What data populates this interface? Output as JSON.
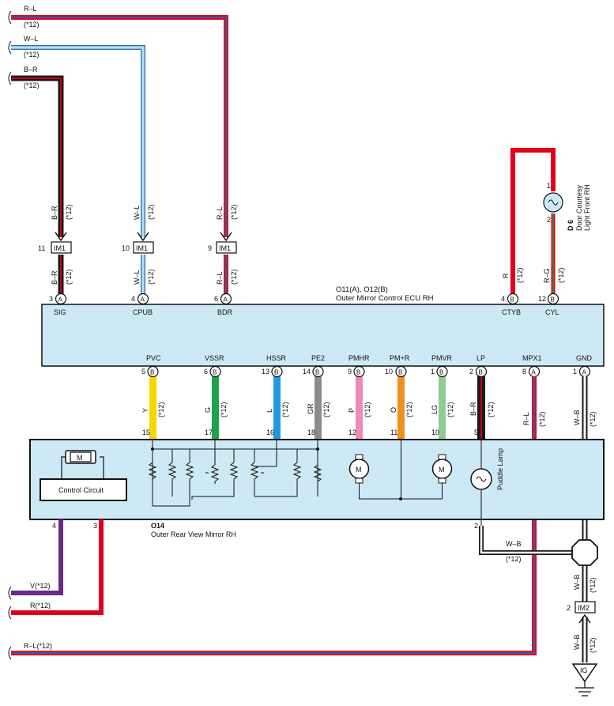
{
  "colors": {
    "red": "#e3001b",
    "blue": "#2b5fb4",
    "black": "#1a1a1a",
    "light_blue": "#bfe3f3",
    "white_wire": "#ffffff",
    "yellow": "#f7d700",
    "green": "#1fa34a",
    "lblue": "#1e9be0",
    "gray": "#8c8c8c",
    "pink": "#ef8ab8",
    "orange": "#f0901e",
    "lgreen": "#8fcc95",
    "violet": "#6a2a8c",
    "ecu_fill": "#cde9f6"
  },
  "top_wires": [
    {
      "label": "R–L",
      "note": "(*12)"
    },
    {
      "label": "W–L",
      "note": "(*12)"
    },
    {
      "label": "B–R",
      "note": "(*12)"
    }
  ],
  "im1_connectors": [
    {
      "pin": "11",
      "name": "IM1",
      "upper_wire": "B–R",
      "lower_wire": "B–R",
      "note": "(*12)"
    },
    {
      "pin": "10",
      "name": "IM1",
      "upper_wire": "W–L",
      "lower_wire": "W–L",
      "note": "(*12)"
    },
    {
      "pin": "9",
      "name": "IM1",
      "upper_wire": "R–L",
      "lower_wire": "R–L",
      "note": "(*12)"
    }
  ],
  "d6": {
    "id": "D 6",
    "name_line1": "Door Courtesy",
    "name_line2": "Light Front RH",
    "pin1": "1",
    "pin2": "2",
    "wire_left": "R",
    "wire_right": "R–G",
    "note": "(*12)"
  },
  "ecu": {
    "id_line": "O11(A), O12(B)",
    "name": "Outer Mirror Control ECU RH",
    "top_pins": [
      {
        "num": "3",
        "conn": "A",
        "label": "SIG"
      },
      {
        "num": "4",
        "conn": "A",
        "label": "CPUB"
      },
      {
        "num": "6",
        "conn": "A",
        "label": "BDR"
      },
      {
        "num": "4",
        "conn": "B",
        "label": "CTYB"
      },
      {
        "num": "12",
        "conn": "B",
        "label": "CYL"
      }
    ],
    "bottom_pins": [
      {
        "num": "5",
        "conn": "B",
        "label": "PVC",
        "wire": "Y",
        "mirror_pin": "15"
      },
      {
        "num": "6",
        "conn": "B",
        "label": "VSSR",
        "wire": "G",
        "mirror_pin": "17"
      },
      {
        "num": "13",
        "conn": "B",
        "label": "HSSR",
        "wire": "L",
        "mirror_pin": "16"
      },
      {
        "num": "14",
        "conn": "B",
        "label": "PE2",
        "wire": "GR",
        "mirror_pin": "18"
      },
      {
        "num": "9",
        "conn": "B",
        "label": "PMHR",
        "wire": "P",
        "mirror_pin": "12"
      },
      {
        "num": "10",
        "conn": "B",
        "label": "PM+R",
        "wire": "O",
        "mirror_pin": "11"
      },
      {
        "num": "1",
        "conn": "B",
        "label": "PMVR",
        "wire": "LG",
        "mirror_pin": "10"
      },
      {
        "num": "2",
        "conn": "B",
        "label": "LP",
        "wire": "B–R",
        "mirror_pin": "5"
      },
      {
        "num": "8",
        "conn": "A",
        "label": "MPX1",
        "wire": "R–L",
        "mirror_pin": ""
      },
      {
        "num": "1",
        "conn": "A",
        "label": "GND",
        "wire": "W–B",
        "mirror_pin": ""
      }
    ],
    "note": "(*12)"
  },
  "mirror": {
    "id": "O14",
    "name": "Outer Rear View Mirror RH",
    "control_label": "Control Circuit",
    "motor_label": "M",
    "puddle_label": "Puddle Lamp",
    "pin4": "4",
    "pin3": "3",
    "pin2": "2"
  },
  "bottom_wires": {
    "violet": "V(*12)",
    "red": "R(*12)",
    "rl": "R–L(*12)",
    "wb_label": "W–B",
    "wb_note": "(*12)"
  },
  "im2": {
    "pin": "2",
    "name": "IM2"
  },
  "ground": {
    "label": "IG"
  }
}
